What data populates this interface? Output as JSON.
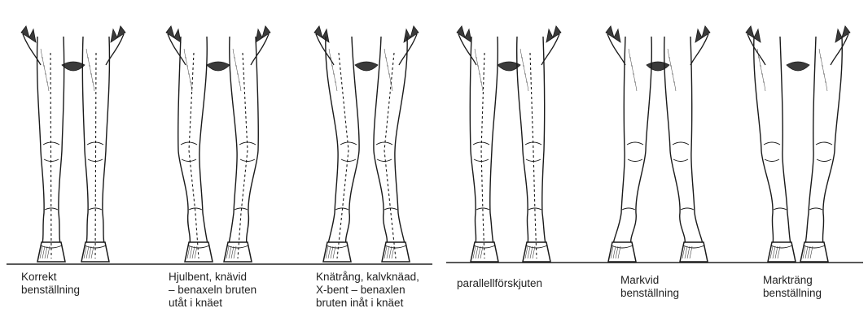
{
  "figure": {
    "panels": [
      {
        "id": "correct",
        "caption": "Korrekt\nbenställning",
        "stance": "correct",
        "axis": "straight"
      },
      {
        "id": "bowlegged",
        "caption": "Hjulbent, knävid\n– benaxeln bruten\nutåt i knäet",
        "stance": "bow",
        "axis": "broken-out"
      },
      {
        "id": "knockkneed",
        "caption": "Knätrång, kalvknäad,\nX-bent – benaxlen\nbruten inåt i knäet",
        "stance": "knock",
        "axis": "broken-in"
      },
      {
        "id": "offset",
        "caption": "parallellförskjuten",
        "stance": "offset",
        "axis": "offset"
      },
      {
        "id": "wide",
        "caption": "Markvid\nbenställning",
        "stance": "wide",
        "axis": "none"
      },
      {
        "id": "narrow",
        "caption": "Markträng\nbenställning",
        "stance": "narrow",
        "axis": "none"
      }
    ]
  },
  "colors": {
    "ink": "#1a1a1a",
    "shade": "#3a3a3a",
    "ground": "#222222"
  }
}
